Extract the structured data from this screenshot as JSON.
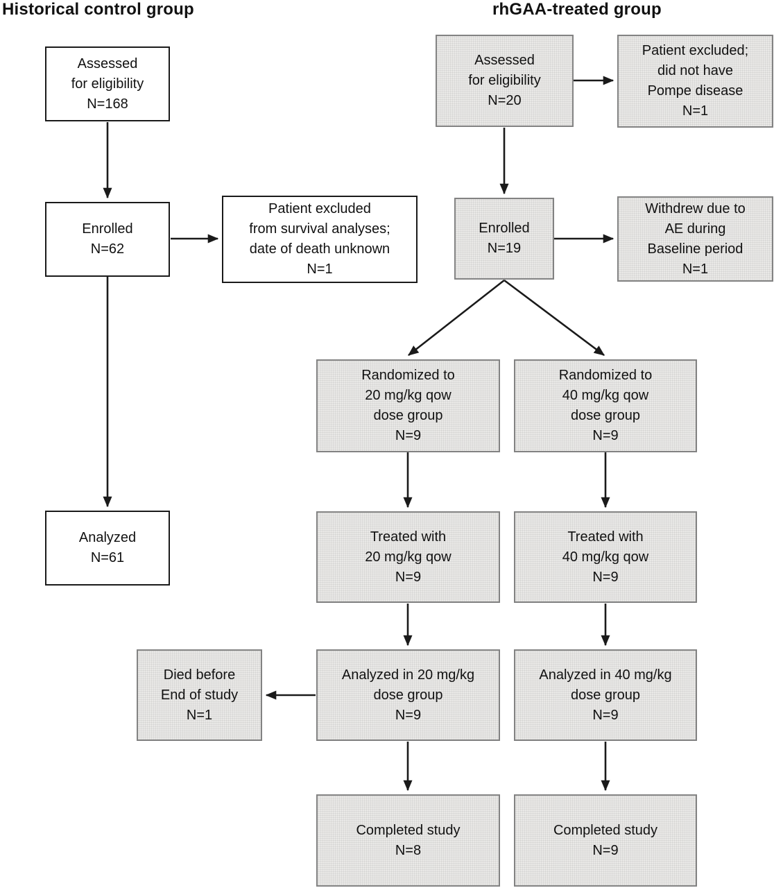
{
  "titles": {
    "left": "Historical control group",
    "right": "rhGAA-treated group"
  },
  "nodes": {
    "control_assessed": "Assessed\nfor eligibility\nN=168",
    "control_enrolled": "Enrolled\nN=62",
    "control_excluded_survival": "Patient excluded\nfrom survival analyses;\ndate of death unknown\nN=1",
    "control_analyzed": "Analyzed\nN=61",
    "treated_assessed": "Assessed\nfor eligibility\nN=20",
    "treated_excluded_pompe": "Patient excluded;\ndid not have\nPompe disease\nN=1",
    "treated_enrolled": "Enrolled\nN=19",
    "treated_withdrew": "Withdrew due to\nAE during\nBaseline period\nN=1",
    "randomized_20": "Randomized to\n20 mg/kg qow\ndose group\nN=9",
    "randomized_40": "Randomized to\n40 mg/kg qow\ndose group\nN=9",
    "treated_20": "Treated with\n20 mg/kg qow\nN=9",
    "treated_40": "Treated with\n40 mg/kg qow\nN=9",
    "died_before_end": "Died before\nEnd of study\nN=1",
    "analyzed_20": "Analyzed in 20 mg/kg\ndose group\nN=9",
    "analyzed_40": "Analyzed in 40 mg/kg\ndose group\nN=9",
    "completed_20": "Completed study\nN=8",
    "completed_40": "Completed study\nN=9"
  },
  "colors": {
    "background": "#ffffff",
    "text": "#111111",
    "arrow": "#1a1a1a",
    "box_border_black": "#1a1a1a",
    "box_border_gray": "#828282",
    "box_fill_gray": "#eae9e7"
  }
}
